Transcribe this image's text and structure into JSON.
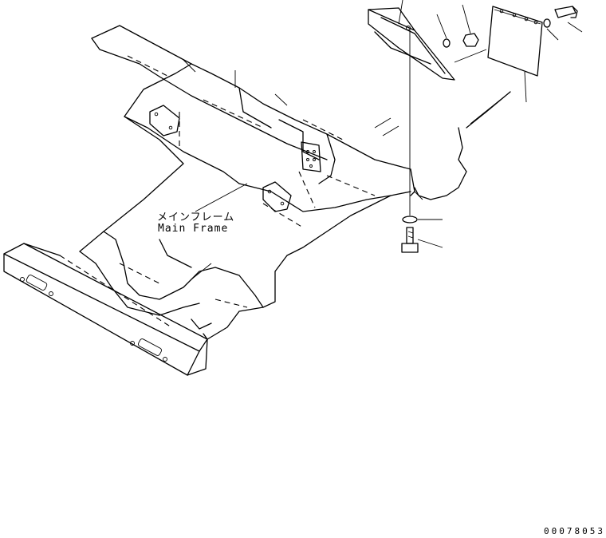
{
  "labels": {
    "main_frame_jp": "メインフレーム",
    "main_frame_en": "Main Frame"
  },
  "drawing_number": "00078053"
}
